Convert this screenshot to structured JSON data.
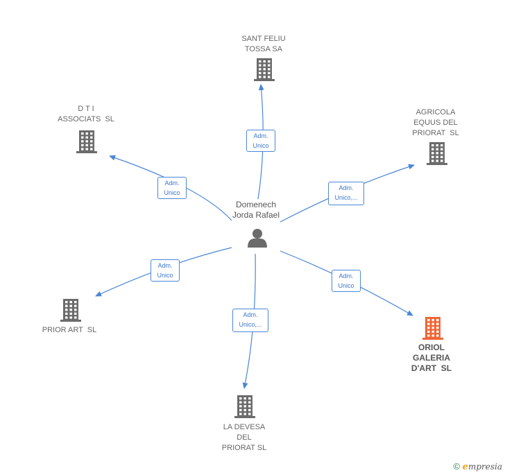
{
  "colors": {
    "edge": "#4a86d6",
    "building": "#6b6b6b",
    "building_highlight": "#f06535",
    "person": "#6b6b6b"
  },
  "center": {
    "name_line1": "Domenech",
    "name_line2": "Jorda Rafael",
    "icon": "person-icon"
  },
  "companies": [
    {
      "id": "sant-feliu",
      "lines": [
        "SANT FELIU",
        "TOSSA SA"
      ],
      "role": [
        "Adm.",
        "Unico"
      ],
      "highlight": false
    },
    {
      "id": "agricola",
      "lines": [
        "AGRICOLA",
        "EQUUS DEL",
        "PRIORAT  SL"
      ],
      "role": [
        "Adm.",
        "Unico,..."
      ],
      "highlight": false
    },
    {
      "id": "oriol",
      "lines": [
        "ORIOL",
        "GALERIA",
        "D'ART  SL"
      ],
      "role": [
        "Adm.",
        "Unico"
      ],
      "highlight": true
    },
    {
      "id": "la-devesa",
      "lines": [
        "LA DEVESA",
        "DEL",
        "PRIORAT SL"
      ],
      "role": [
        "Adm.",
        "Unico,..."
      ],
      "highlight": false
    },
    {
      "id": "prior-art",
      "lines": [
        "PRIOR ART  SL"
      ],
      "role": [
        "Adm.",
        "Unico"
      ],
      "highlight": false
    },
    {
      "id": "dti",
      "lines": [
        "D T I",
        "ASSOCIATS  SL"
      ],
      "role": [
        "Adm.",
        "Unico"
      ],
      "highlight": false
    }
  ],
  "footer": {
    "copyright": "©",
    "brand_initial": "e",
    "brand_rest": "mpresia"
  }
}
